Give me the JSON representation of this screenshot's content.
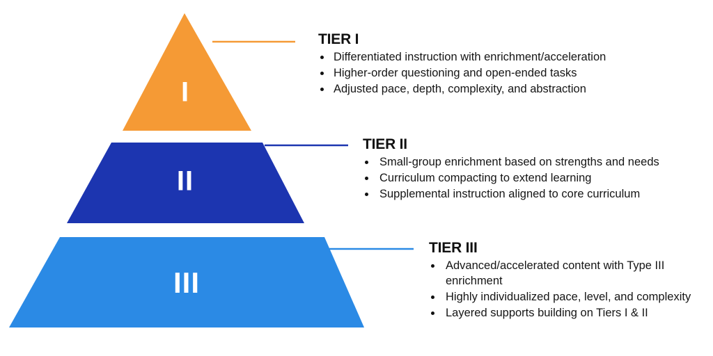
{
  "diagram": {
    "name": "three-tier-enrichment-pyramid",
    "background": "#FFFFFF",
    "colors": {
      "tier1": "#F59A35",
      "tier2": "#1C35B0",
      "tier3": "#2B8AE5",
      "heading": "#111111",
      "body": "#151515"
    }
  },
  "tiers": [
    {
      "id": "tier-1",
      "numeral": "I",
      "heading": "TIER I",
      "shape": "triangle",
      "color": "#F59A35",
      "connector_color": "#F59A35",
      "bullets": [
        "Differentiated instruction with enrichment/acceleration",
        "Higher-order questioning and open-ended tasks",
        "Adjusted pace, depth, complexity, and abstraction"
      ]
    },
    {
      "id": "tier-2",
      "numeral": "II",
      "heading": "TIER II",
      "shape": "trapezoid",
      "color": "#1C35B0",
      "connector_color": "#1C35B0",
      "bullets": [
        "Small-group enrichment based on strengths and needs",
        "Curriculum compacting to extend learning",
        "Supplemental instruction aligned to core curriculum"
      ]
    },
    {
      "id": "tier-3",
      "numeral": "III",
      "heading": "TIER III",
      "shape": "trapezoid",
      "color": "#2B8AE5",
      "connector_color": "#2B8AE5",
      "bullets": [
        "Advanced/accelerated content with Type III enrichment",
        "Highly individualized pace, level, and complexity",
        "Layered supports building on Tiers I & II"
      ]
    }
  ]
}
